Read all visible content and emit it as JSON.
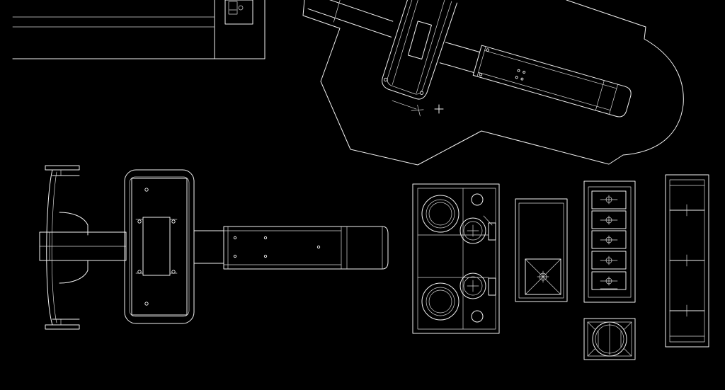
{
  "viewport": {
    "background": "#000000",
    "line_color": "#f2f2f2"
  },
  "objects": [
    {
      "name": "fixed-table-top-left"
    },
    {
      "name": "rotated-surgical-table-top-right"
    },
    {
      "name": "angled-room-outline"
    },
    {
      "name": "surgical-table-bottom-left"
    },
    {
      "name": "console-circles"
    },
    {
      "name": "tray-with-cross"
    },
    {
      "name": "drawer-unit"
    },
    {
      "name": "round-lamp-base"
    },
    {
      "name": "tall-shelf-unit"
    }
  ]
}
